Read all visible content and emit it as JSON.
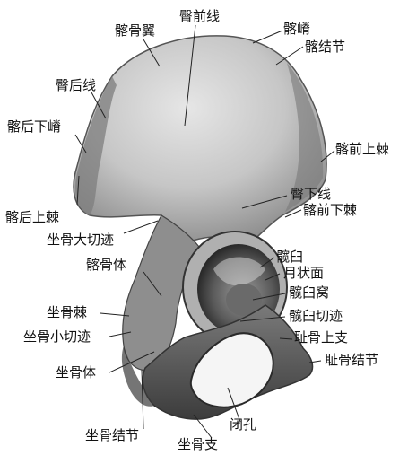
{
  "colors": {
    "bone_light": "#d9d9d9",
    "bone_mid": "#a8a8a8",
    "bone_dark": "#4a4a4a",
    "line": "#222222",
    "text": "#111111"
  },
  "labels": {
    "iliac_wing": "髂骨翼",
    "anterior_gluteal_line": "臀前线",
    "iliac_crest": "髂嵴",
    "iliac_tubercle": "髂结节",
    "posterior_gluteal_line": "臀后线",
    "posterior_inferior_iliac_spine": "髂后下嵴",
    "anterior_superior_iliac_spine": "髂前上棘",
    "inferior_gluteal_line": "臀下线",
    "anterior_inferior_iliac_spine": "髂前下棘",
    "posterior_superior_iliac_spine": "髂后上棘",
    "greater_sciatic_notch": "坐骨大切迹",
    "acetabulum": "髋臼",
    "lunate_surface": "月状面",
    "body_of_ilium": "髂骨体",
    "acetabular_fossa": "髋臼窝",
    "ischial_spine": "坐骨棘",
    "acetabular_notch": "髋臼切迹",
    "lesser_sciatic_notch": "坐骨小切迹",
    "superior_pubic_ramus": "耻骨上支",
    "pubic_tubercle": "耻骨结节",
    "body_of_ischium": "坐骨体",
    "obturator_foramen": "闭孔",
    "ischial_tuberosity": "坐骨结节",
    "ischial_ramus": "坐骨支"
  }
}
